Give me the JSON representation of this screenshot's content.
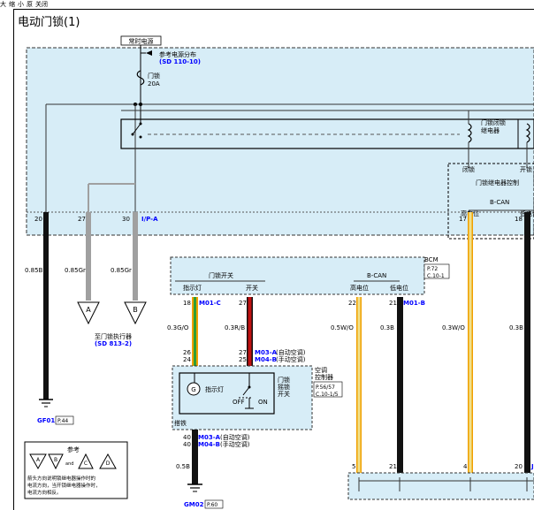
{
  "toolbar": {
    "items": [
      "大",
      "缩",
      "小",
      "原",
      "关闭"
    ]
  },
  "title": "电动门锁(1)",
  "power": {
    "box_label": "常时电源",
    "ref_text": "参考电源分布",
    "ref_code": "(SD 110-10)",
    "fuse_name": "门锁",
    "fuse_rating": "20A"
  },
  "relay": {
    "label1": "门锁闭锁",
    "label2": "继电器",
    "lock_label": "闭锁",
    "unlock_label": "开锁",
    "control_label": "门锁继电器控制",
    "bcan_label": "B-CAN",
    "high_label": "高电位",
    "low_label": "低电位"
  },
  "connector_ipa": "I/P-A",
  "pins_top": {
    "p20": "20",
    "p27": "27",
    "p30": "30",
    "p17": "17",
    "p18": "18"
  },
  "wires_top": {
    "w1": "0.85B",
    "w2": "0.85Gr",
    "w3": "0.85Gr"
  },
  "actuator": {
    "a": "A",
    "b": "B",
    "label": "至门锁执行器",
    "ref": "(SD 813-2)"
  },
  "ground_top": {
    "name": "GF01",
    "page": "P.44"
  },
  "bcm": {
    "name": "BCM",
    "ref1": "P.72",
    "ref2": "C.10-1",
    "door_switch_label": "门锁开关",
    "indicator_label": "指示灯",
    "switch_label": "开关",
    "bcan_label": "B-CAN",
    "high_label": "高电位",
    "low_label": "低电位"
  },
  "pins_bcm": {
    "p18": "18",
    "m01c": "M01-C",
    "p27": "27",
    "p22": "22",
    "p21": "21",
    "m01b": "M01-B"
  },
  "wires_mid": {
    "w1": "0.3G/O",
    "w2": "0.3R/B",
    "w3": "0.5W/O",
    "w4": "0.3B",
    "w5": "0.3W/O",
    "w6": "0.3B"
  },
  "ac": {
    "p26": "26",
    "p24": "24",
    "p27": "27",
    "p25": "25",
    "m03a": "M03-A",
    "auto": "(自动空调)",
    "m04b": "M04-B",
    "manual": "(手动空调)",
    "module1": "空调",
    "module2": "控制器",
    "ref1": "P.56/57",
    "ref2": "C.10-1/5",
    "switch1": "门锁",
    "switch2": "摇锁",
    "switch3": "开关",
    "indicator": "指示灯",
    "off": "OFF",
    "on": "ON"
  },
  "ground_bottom": {
    "label": "搭铁",
    "p40a": "40",
    "p40b": "40",
    "m03a": "M03-A",
    "auto": "(自动空调)",
    "m04b": "M04-B",
    "manual": "(手动空调)",
    "wire": "0.5B",
    "name": "GM02",
    "page": "P.60"
  },
  "pins_bottom": {
    "p5": "5",
    "p21": "21",
    "p4": "4",
    "p20": "20",
    "j": "J"
  },
  "legend": {
    "title": "参考",
    "a": "A",
    "b": "B",
    "and": "and",
    "c": "C",
    "d": "D",
    "note1": "箭头方向说明锁继电器操作时的",
    "note2": "电流方向，当开锁继电器操作时，",
    "note3": "电流方向相反。"
  },
  "colors": {
    "diagram_fill": "#d7edf7",
    "blue_label": "#0000ff",
    "black_wire": "#111111",
    "gray_wire": "#a0a0a0",
    "green_wire": "#2e9e35",
    "orange_wire": "#f0a000",
    "red_wire": "#c01010",
    "yellow_wire": "#f1e08a"
  }
}
